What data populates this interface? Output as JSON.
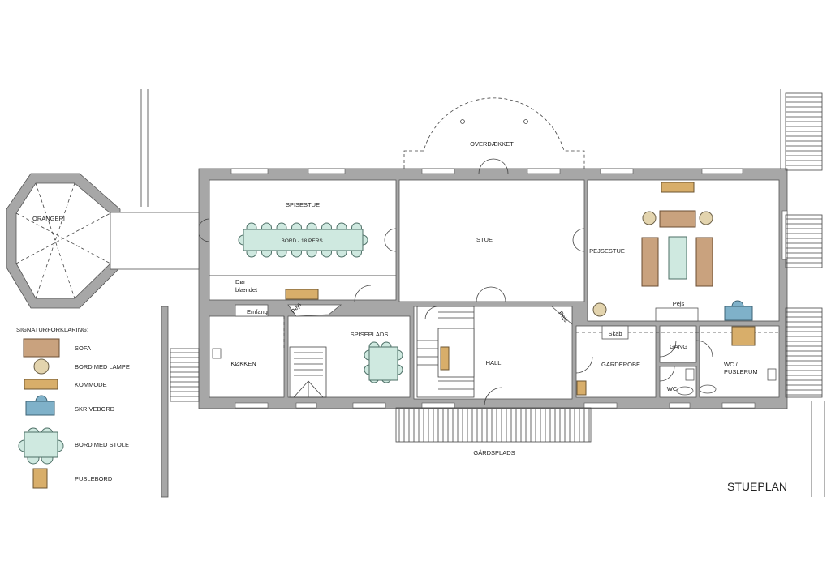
{
  "title": "STUEPLAN",
  "rooms": {
    "overdaekket": "OVERDÆKKET",
    "spisestue": "SPISESTUE",
    "stue": "STUE",
    "pejsestue": "PEJSESTUE",
    "orangeri": "ORANGERI",
    "koekken": "KØKKEN",
    "spiseplads": "SPISEPLADS",
    "hall": "HALL",
    "garderobe": "GARDEROBE",
    "gang": "GANG",
    "wc": "WC",
    "wc_puslerum_1": "WC /",
    "wc_puslerum_2": "PUSLERUM",
    "gaardsplads": "GÅRDSPLADS"
  },
  "annotations": {
    "table_18": "BORD - 18 PERS.",
    "door_blind_1": "Dør",
    "door_blind_2": "blændet",
    "emfang": "Emfang",
    "pejs_kitchen": "Pejs",
    "pejs_hall": "Pejs",
    "pejs_living": "Pejs",
    "skab": "Skab"
  },
  "legend": {
    "heading": "SIGNATURFORKLARING:",
    "items": [
      {
        "symbol": "sofa",
        "label": "SOFA"
      },
      {
        "symbol": "lamp-table",
        "label": "BORD MED LAMPE"
      },
      {
        "symbol": "dresser",
        "label": "KOMMODE"
      },
      {
        "symbol": "desk",
        "label": "SKRIVEBORD"
      },
      {
        "symbol": "table-with-chairs",
        "label": "BORD MED STOLE"
      },
      {
        "symbol": "changing-table",
        "label": "PUSLEBORD"
      }
    ]
  },
  "colors": {
    "wall": "#a7a7a7",
    "sofa": "#c9a27e",
    "lamp": "#e3d4ae",
    "dresser": "#d8ae6a",
    "desk": "#7fb1c9",
    "table": "#cfe9e0"
  }
}
